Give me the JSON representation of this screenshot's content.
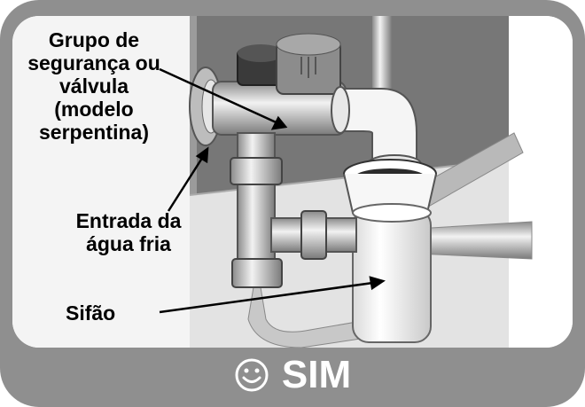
{
  "labels": {
    "safety_group": [
      "Grupo de",
      "segurança ou",
      "válvula",
      "(modelo",
      "serpentina)"
    ],
    "cold_water_inlet": [
      "Entrada da",
      "água fria"
    ],
    "siphon": "Sifão"
  },
  "footer": {
    "icon": "smiley-face-icon",
    "text": "SIM"
  },
  "colors": {
    "frame": "#8f8f8f",
    "footer_text": "#ffffff",
    "wall": "#777777",
    "floor": "#e2e2e2",
    "pipe": "#bdbdbd",
    "siphon": "#f8f8f8"
  }
}
